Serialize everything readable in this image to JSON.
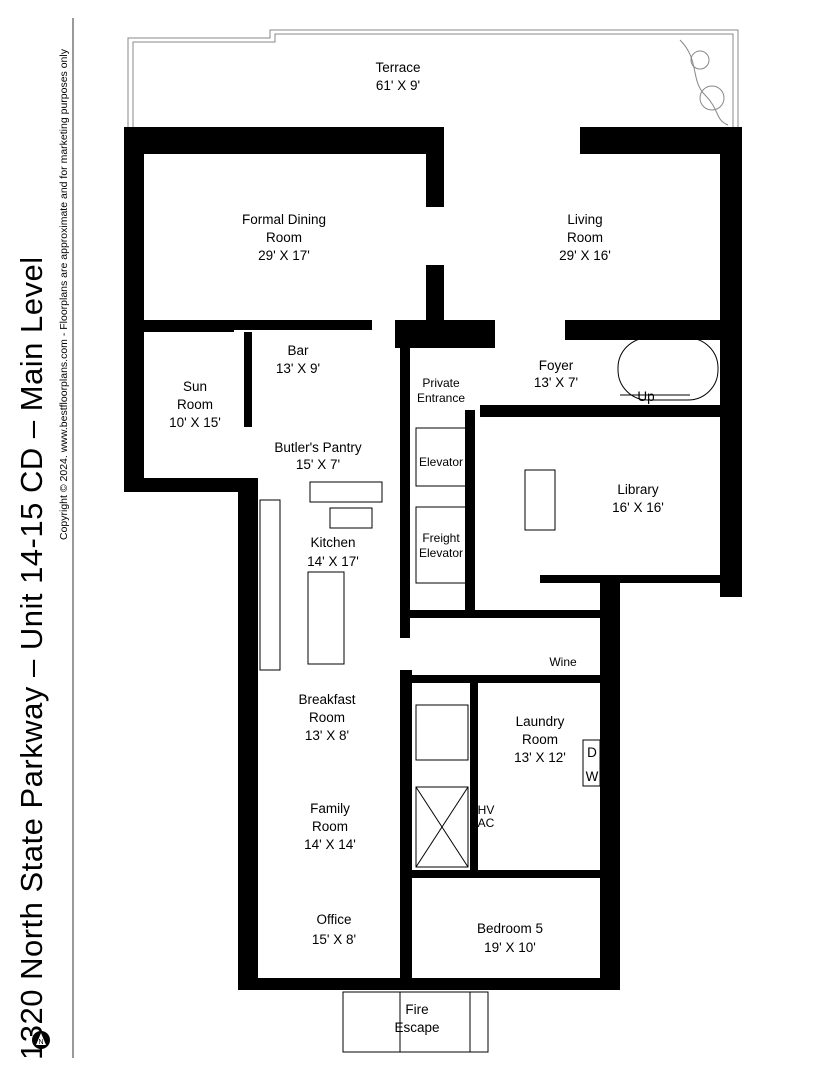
{
  "title": "1320 North State Parkway – Unit 14-15 CD – Main Level",
  "copyright": "Copyright © 2024. www.bestfloorplans.com - Floorplans are approximate and for marketing purposes only",
  "compass": "N",
  "rooms": {
    "terrace": {
      "name": "Terrace",
      "dims": "61' X 9'"
    },
    "formal_dining": {
      "name1": "Formal Dining",
      "name2": "Room",
      "dims": "29' X 17'"
    },
    "living": {
      "name1": "Living",
      "name2": "Room",
      "dims": "29' X 16'"
    },
    "bar": {
      "name": "Bar",
      "dims": "13' X 9'"
    },
    "sun_room": {
      "name1": "Sun",
      "name2": "Room",
      "dims": "10' X 15'"
    },
    "private_entrance": {
      "name1": "Private",
      "name2": "Entrance"
    },
    "foyer": {
      "name": "Foyer",
      "dims": "13' X 7'"
    },
    "stairs_up": "Up",
    "butlers_pantry": {
      "name": "Butler's Pantry",
      "dims": "15' X 7'"
    },
    "elevator": {
      "name": "Elevator"
    },
    "library": {
      "name": "Library",
      "dims": "16' X 16'"
    },
    "freight_elevator": {
      "name1": "Freight",
      "name2": "Elevator"
    },
    "kitchen": {
      "name": "Kitchen",
      "dims": "14' X 17'"
    },
    "wine": {
      "name": "Wine"
    },
    "laundry": {
      "name1": "Laundry",
      "name2": "Room",
      "dims": "13' X 12'",
      "dryer": "D",
      "washer": "W"
    },
    "hvac": {
      "line1": "HV",
      "line2": "AC"
    },
    "breakfast": {
      "name1": "Breakfast",
      "name2": "Room",
      "dims": "13' X 8'"
    },
    "family": {
      "name1": "Family",
      "name2": "Room",
      "dims": "14' X 14'"
    },
    "office": {
      "name": "Office",
      "dims": "15' X 8'"
    },
    "bedroom5": {
      "name": "Bedroom 5",
      "dims": "19' X 10'"
    },
    "fire_escape": {
      "name1": "Fire",
      "name2": "Escape"
    }
  }
}
